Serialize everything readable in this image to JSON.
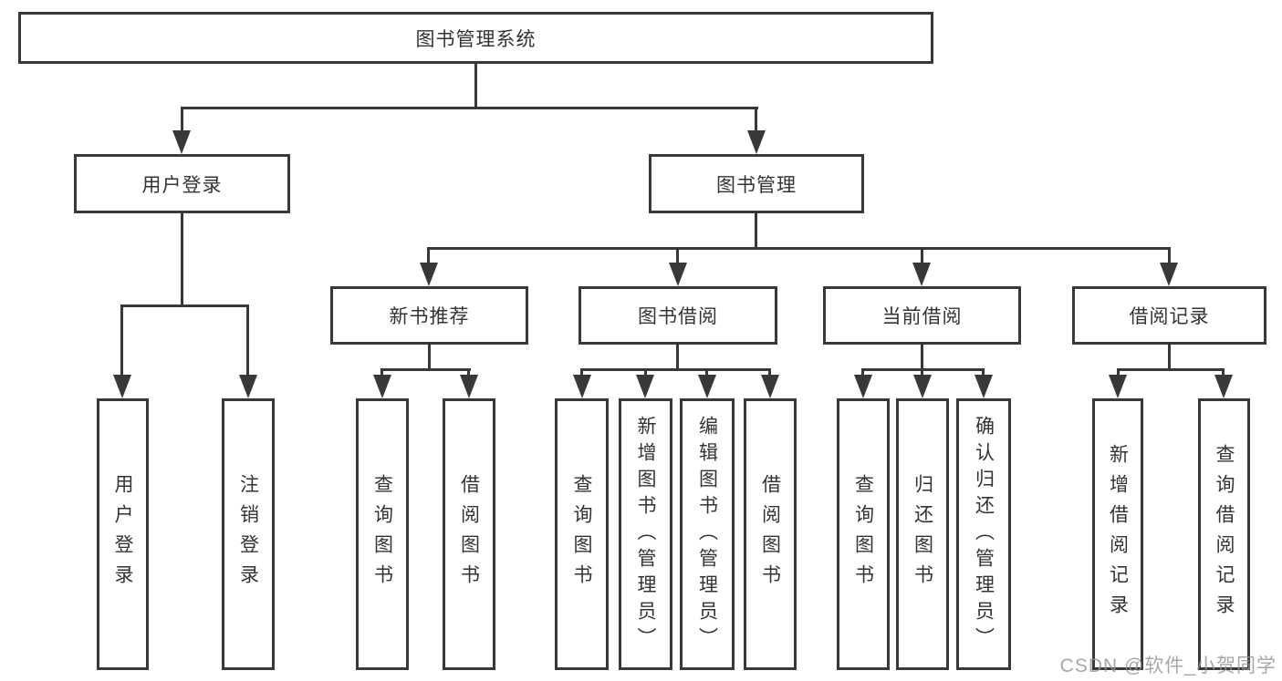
{
  "colors": {
    "line": "#383838",
    "text": "#333333",
    "watermark": "#949494",
    "background": "#ffffff"
  },
  "watermark": "CSDN @软件_小贺同学",
  "diagram": {
    "root": {
      "label": "图书管理系统"
    },
    "level2": [
      {
        "label": "用户登录",
        "children": [
          "用户登录",
          "注销登录"
        ]
      },
      {
        "label": "图书管理",
        "groups": [
          {
            "label": "新书推荐",
            "children": [
              "查询图书",
              "借阅图书"
            ]
          },
          {
            "label": "图书借阅",
            "children": [
              "查询图书",
              "新增图书（管理员）",
              "编辑图书（管理员）",
              "借阅图书"
            ]
          },
          {
            "label": "当前借阅",
            "children": [
              "查询图书",
              "归还图书",
              "确认归还（管理员）"
            ]
          },
          {
            "label": "借阅记录",
            "children": [
              "新增借阅记录",
              "查询借阅记录"
            ]
          }
        ]
      }
    ]
  }
}
